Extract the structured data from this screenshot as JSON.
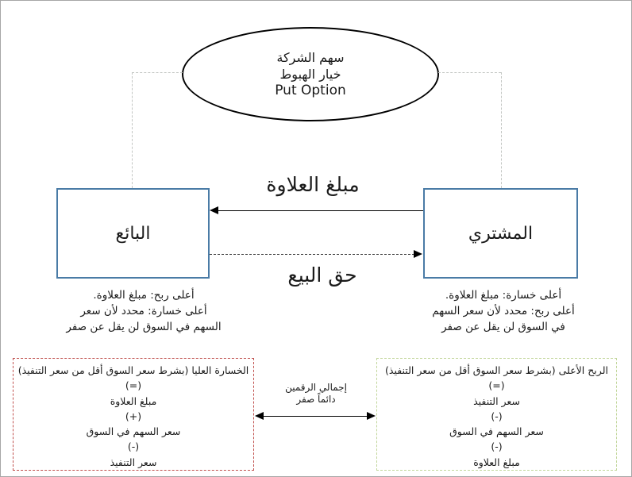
{
  "ellipse": {
    "line1": "سهم الشركة",
    "line2": "خيار الهبوط",
    "line3": "Put Option"
  },
  "boxes": {
    "seller_label": "البائع",
    "buyer_label": "المشتري"
  },
  "arrows": {
    "premium_label": "مبلغ العلاوة",
    "sell_right_label": "حق البيع"
  },
  "notes": {
    "seller": {
      "line1": "أعلى ربح: مبلغ العلاوة.",
      "line2": "أعلى خسارة: محدد لأن سعر",
      "line3": "السهم في السوق لن يقل عن صفر"
    },
    "buyer": {
      "line1": "أعلى خسارة: مبلغ العلاوة.",
      "line2": "أعلى ربح: محدد لأن سعر السهم",
      "line3": "في السوق لن يقل عن صفر"
    },
    "zero_sum": {
      "line1": "إجمالي الرقمين",
      "line2": "دائماً صفر"
    }
  },
  "loss_box": {
    "title": "الخسارة العليا (بشرط سعر السوق أقل من سعر التنفيذ)",
    "lines": [
      "(=)",
      "مبلغ العلاوة",
      "(+)",
      "سعر السهم في السوق",
      "(-)",
      "سعر التنفيذ"
    ]
  },
  "profit_box": {
    "title": "الربح الأعلى (بشرط سعر السوق أقل من سعر التنفيذ)",
    "lines": [
      "(=)",
      "سعر التنفيذ",
      "(-)",
      "سعر السهم في السوق",
      "(-)",
      "مبلغ العلاوة"
    ]
  },
  "colors": {
    "actor_box_border": "#4a7ba6",
    "loss_box_border": "#c0504d",
    "profit_box_border": "#c2d69b",
    "connector": "#c3c6c3",
    "frame": "#a6a6a6",
    "arrow": "#000000"
  }
}
